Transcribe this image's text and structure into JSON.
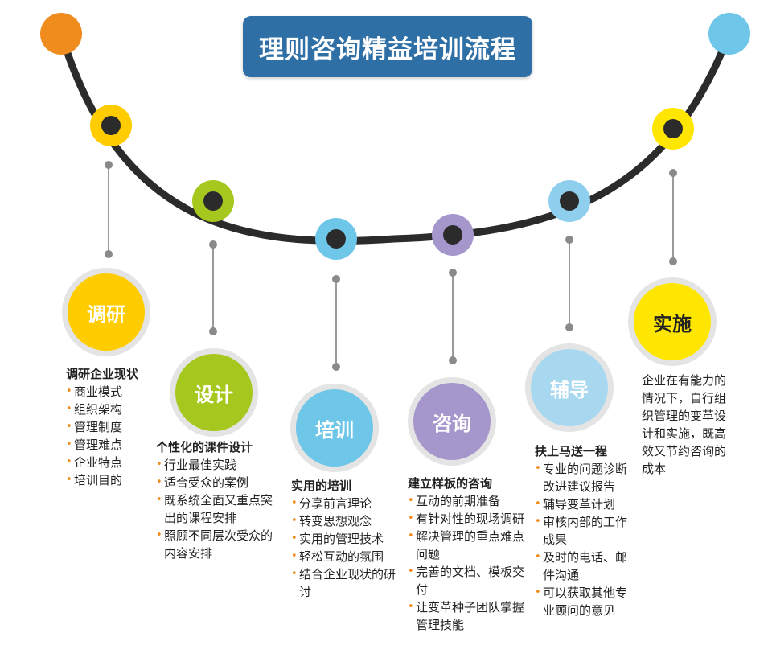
{
  "title": "理则咨询精益培训流程",
  "stages": [
    {
      "label": "调研",
      "color": "#ffcc00",
      "text_color": "#ffffff",
      "node_color": "#ffcc00",
      "heading": "调研企业现状",
      "items": [
        "商业模式",
        "组织架构",
        "管理制度",
        "管理难点",
        "企业特点",
        "培训目的"
      ]
    },
    {
      "label": "设计",
      "color": "#a6c81e",
      "text_color": "#ffffff",
      "node_color": "#a6c81e",
      "heading": "个性化的课件设计",
      "items": [
        "行业最佳实践",
        "适合受众的案例",
        "既系统全面又重点突出的课程安排",
        "照顾不同层次受众的内容安排"
      ]
    },
    {
      "label": "培训",
      "color": "#6ec6e8",
      "text_color": "#ffffff",
      "node_color": "#6ec6e8",
      "heading": "实用的培训",
      "items": [
        "分享前言理论",
        "转变思想观念",
        "实用的管理技术",
        "轻松互动的氛围",
        "结合企业现状的研讨"
      ]
    },
    {
      "label": "咨询",
      "color": "#a597cc",
      "text_color": "#ffffff",
      "node_color": "#a597cc",
      "heading": "建立样板的咨询",
      "items": [
        "互动的前期准备",
        "有针对性的现场调研",
        "解决管理的重点难点问题",
        "完善的文档、模板交付",
        "让变革种子团队掌握管理技能"
      ]
    },
    {
      "label": "辅导",
      "color": "#a8d8f0",
      "text_color": "#ffffff",
      "node_color": "#8fcfee",
      "heading": "扶上马送一程",
      "items": [
        "专业的问题诊断改进建议报告",
        "辅导变革计划",
        "审核内部的工作成果",
        "及时的电话、邮件沟通",
        "可以获取其他专业顾问的意见"
      ]
    },
    {
      "label": "实施",
      "color": "#ffe600",
      "text_color": "#222222",
      "node_color": "#ffe600",
      "description": "企业在有能力的情况下，自行组织管理的变革设计和实施，既高效又节约咨询的成本"
    }
  ],
  "end_colors": {
    "left": "#f08c1e",
    "right": "#6ec6e8"
  }
}
